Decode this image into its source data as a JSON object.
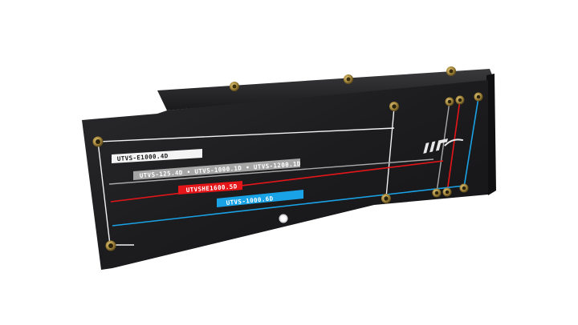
{
  "labels": {
    "white": "UTVS-E1000.4D",
    "gray": "UTVS-125.4D • UTVS-1000.1D • UTVS-1200.1D",
    "red": "UTVSHE1600.5D",
    "blue": "UTVS-1000.6D"
  },
  "colors": {
    "plate": "#1d1d1f",
    "white_line": "#f2f2f2",
    "gray_line": "#a8a8a8",
    "red_line": "#e4161a",
    "blue_line": "#1aa2e6",
    "screw": "#b89b4a"
  },
  "logo_icon": "brand-logo-icon"
}
